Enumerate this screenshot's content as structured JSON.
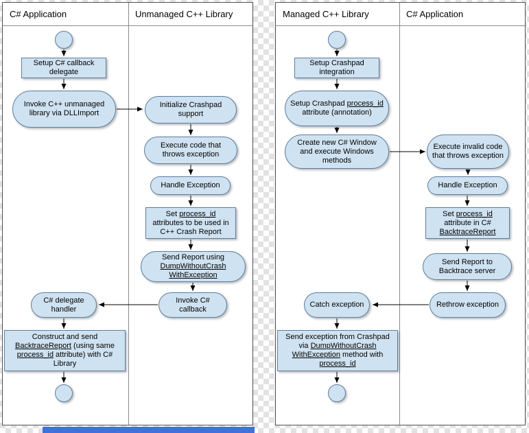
{
  "colors": {
    "node_fill": "#cfe2f1",
    "node_stroke": "#5b7da0",
    "panel_bg": "#ffffff",
    "checker": "#e2e2e2",
    "accent_bar": "#3e72dd",
    "arrow": "#000000"
  },
  "left": {
    "lane1_title": "C# Application",
    "lane2_title": "Unmanaged C++ Library",
    "setup_delegate": "Setup C# callback delegate",
    "invoke_cpp": "Invoke C++ unmanaged library via DLLImport",
    "init_crashpad": "Initialize Crashpad support",
    "execute_code": "Execute code that throws exception",
    "handle_exception": "Handle Exception",
    "set_pid_p1": "Set ",
    "set_pid_u1": "process_id",
    "set_pid_p2": " attributes to be used in C++ Crash Report",
    "send_report_p1": "Send Report using ",
    "send_report_u1": "DumpWithoutCrash",
    "send_report_u2": "WithException",
    "invoke_callback": "Invoke C# callback",
    "delegate_handler": "C# delegate handler",
    "construct_p1": "Construct and send ",
    "construct_u1": "BacktraceReport",
    "construct_p2": " (using same ",
    "construct_u2": "process_id",
    "construct_p3": " attribute) with C# Library"
  },
  "right": {
    "lane1_title": "Managed C++ Library",
    "lane2_title": "C# Application",
    "setup_integration": "Setup Crashpad integration",
    "setup_attr_p1": "Setup Crashpad ",
    "setup_attr_u1": "process_id",
    "setup_attr_p2": " attribute (annotation)",
    "create_window": "Create new C# Window and execute Windows methods",
    "execute_invalid": "Execute invalid code that throws exception",
    "handle_exception": "Handle Exception",
    "set_attr_p1": "Set ",
    "set_attr_u1": "process_id",
    "set_attr_p2": " attribute in C# ",
    "set_attr_u2": "BacktraceReport",
    "send_report": "Send Report to Backtrace server",
    "rethrow": "Rethrow exception",
    "catch_exception": "Catch exception",
    "send_exc_p1": "Send exception from Crashpad via ",
    "send_exc_u1": "DumpWithoutCrash",
    "send_exc_u2": "WithException",
    "send_exc_p2": " method with ",
    "send_exc_u3": "process_id"
  }
}
